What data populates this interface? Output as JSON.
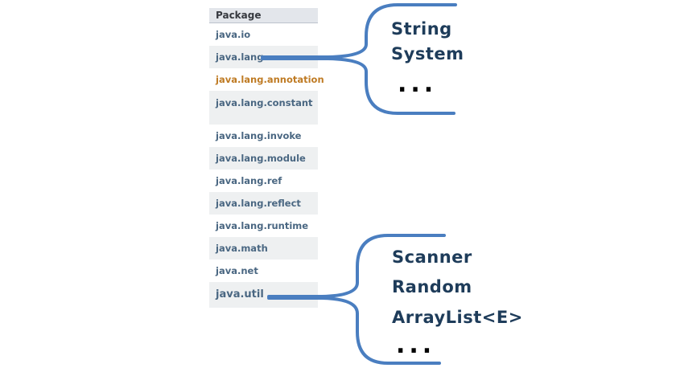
{
  "colors": {
    "brace_blue": "#4a7ec0",
    "package_link_blue": "#4a6782",
    "visited_link_orange": "#bf7b24",
    "callout_navy": "#1e3c5a",
    "row_shade_gray": "#eef0f1",
    "header_bg": "#e3e6eb"
  },
  "package_table": {
    "header": "Package",
    "rows": [
      {
        "label": "java.io"
      },
      {
        "label": "java.lang"
      },
      {
        "label": "java.lang.annotation"
      },
      {
        "label": "java.lang.constant"
      },
      {
        "label": "java.lang.invoke"
      },
      {
        "label": "java.lang.module"
      },
      {
        "label": "java.lang.ref"
      },
      {
        "label": "java.lang.reflect"
      },
      {
        "label": "java.lang.runtime"
      },
      {
        "label": "java.math"
      },
      {
        "label": "java.net"
      },
      {
        "label": "java.util"
      }
    ]
  },
  "callouts": {
    "java_lang": {
      "target": "java.lang",
      "items": [
        "String",
        "System"
      ],
      "ellipsis": "..."
    },
    "java_util": {
      "target": "java.util",
      "items": [
        "Scanner",
        "Random",
        "ArrayList<E>"
      ],
      "ellipsis": "..."
    }
  }
}
